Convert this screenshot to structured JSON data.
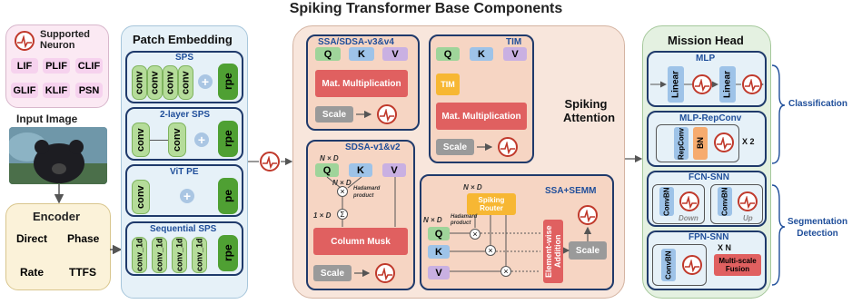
{
  "title": "Spiking Transformer Base Components",
  "neuron_panel": {
    "header": "Supported Neuron",
    "neurons": [
      "LIF",
      "PLIF",
      "CLIF",
      "GLIF",
      "KLIF",
      "PSN"
    ]
  },
  "input_image": {
    "label": "Input Image"
  },
  "encoder": {
    "title": "Encoder",
    "items": [
      "Direct",
      "Phase",
      "Rate",
      "TTFS"
    ]
  },
  "patch_embedding": {
    "title": "Patch Embedding",
    "sps": {
      "title": "SPS",
      "conv": "conv",
      "rpe": "rpe"
    },
    "two_layer": {
      "title": "2-layer SPS",
      "conv": "conv",
      "rpe": "rpe"
    },
    "vit_pe": {
      "title": "ViT PE",
      "conv": "conv",
      "pe": "pe"
    },
    "sequential": {
      "title": "Sequential SPS",
      "conv": "conv_1d",
      "rpe": "rpe"
    }
  },
  "spiking_attention": {
    "title": "Spiking Attention",
    "ssa_v3v4": {
      "title": "SSA/SDSA-v3&v4",
      "q": "Q",
      "k": "K",
      "v": "V",
      "mat": "Mat. Multiplication",
      "scale": "Scale"
    },
    "tim": {
      "title": "TIM",
      "q": "Q",
      "k": "K",
      "v": "V",
      "tim_box": "TIM",
      "mat": "Mat. Multiplication",
      "scale": "Scale"
    },
    "sdsa_v1v2": {
      "title": "SDSA-v1&v2",
      "nxd": "N × D",
      "nxd2": "N × D",
      "onexd": "1 × D",
      "hadamard": "Hadamard product",
      "q": "Q",
      "k": "K",
      "v": "V",
      "column": "Column Musk",
      "scale": "Scale"
    },
    "ssa_semm": {
      "title": "SSA+SEMM",
      "nxd": "N × D",
      "nxd_left": "N × D",
      "hadamard": "Hadamard product",
      "router": "Spiking Router",
      "q": "Q",
      "k": "K",
      "v": "V",
      "elem": "Element-wise Addition",
      "scale": "Scale"
    }
  },
  "mission_head": {
    "title": "Mission Head",
    "mlp": {
      "title": "MLP",
      "linear": "Linear"
    },
    "mlp_repconv": {
      "title": "MLP-RepConv",
      "repconv": "RepConv",
      "bn": "BN",
      "x2": "X 2"
    },
    "fcn_snn": {
      "title": "FCN-SNN",
      "convbn": "ConvBN",
      "down": "Down",
      "up": "Up"
    },
    "fpn_snn": {
      "title": "FPN-SNN",
      "xn": "X N",
      "convbn": "ConvBN",
      "fusion": "Multi-scale Fusion"
    },
    "classification": "Classification",
    "segmentation": "Segmentation Detection"
  },
  "colors": {
    "neuron_panel_bg": "#fbe9f3",
    "encoder_bg": "#fbf2d9",
    "patch_bg": "#e6f1f8",
    "attention_bg": "#f8e6dc",
    "head_bg": "#e4f1e1",
    "navy": "#1f3a6b",
    "heading_blue": "#1f4e9a"
  }
}
